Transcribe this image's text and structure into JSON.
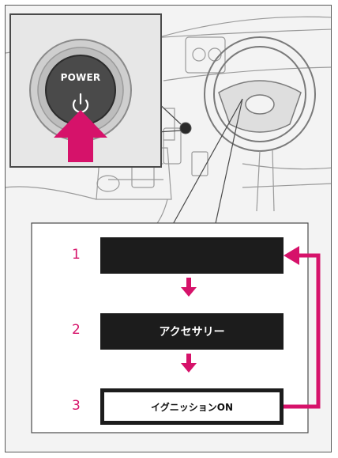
{
  "power_button": {
    "label": "POWER",
    "icon": "power-icon"
  },
  "modes": [
    {
      "number": "1",
      "label": ""
    },
    {
      "number": "2",
      "label": "アクセサリー"
    },
    {
      "number": "3",
      "label": "イグニッションON"
    }
  ],
  "colors": {
    "accent": "#d6126a",
    "box_dark": "#1c1c1c",
    "frame_bg": "#f3f3f3"
  }
}
